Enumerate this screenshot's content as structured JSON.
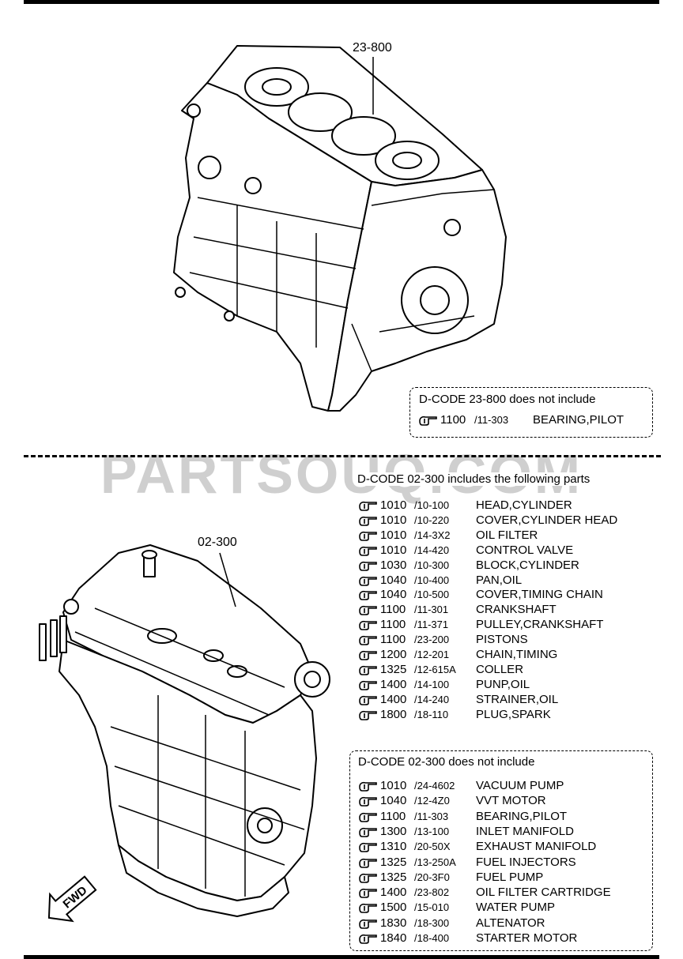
{
  "callouts": {
    "top": "23-800",
    "bottom": "02-300"
  },
  "watermark": "PARTSOUQ.COM",
  "box_top": {
    "title": "D-CODE 23-800 does not include",
    "rows": [
      {
        "sec": "1100",
        "sub": "/11-303",
        "name": "BEARING,PILOT"
      }
    ]
  },
  "includes": {
    "title": "D-CODE 02-300 includes the following parts",
    "rows": [
      {
        "sec": "1010",
        "sub": "/10-100",
        "name": "HEAD,CYLINDER"
      },
      {
        "sec": "1010",
        "sub": "/10-220",
        "name": "COVER,CYLINDER HEAD"
      },
      {
        "sec": "1010",
        "sub": "/14-3X2",
        "name": "OIL FILTER"
      },
      {
        "sec": "1010",
        "sub": "/14-420",
        "name": "CONTROL VALVE"
      },
      {
        "sec": "1030",
        "sub": "/10-300",
        "name": "BLOCK,CYLINDER"
      },
      {
        "sec": "1040",
        "sub": "/10-400",
        "name": "PAN,OIL"
      },
      {
        "sec": "1040",
        "sub": "/10-500",
        "name": "COVER,TIMING CHAIN"
      },
      {
        "sec": "1100",
        "sub": "/11-301",
        "name": "CRANKSHAFT"
      },
      {
        "sec": "1100",
        "sub": "/11-371",
        "name": "PULLEY,CRANKSHAFT"
      },
      {
        "sec": "1100",
        "sub": "/23-200",
        "name": "PISTONS"
      },
      {
        "sec": "1200",
        "sub": "/12-201",
        "name": "CHAIN,TIMING"
      },
      {
        "sec": "1325",
        "sub": "/12-615A",
        "name": "COLLER"
      },
      {
        "sec": "1400",
        "sub": "/14-100",
        "name": "PUNP,OIL"
      },
      {
        "sec": "1400",
        "sub": "/14-240",
        "name": "STRAINER,OIL"
      },
      {
        "sec": "1800",
        "sub": "/18-110",
        "name": "PLUG,SPARK"
      }
    ]
  },
  "excludes": {
    "title": "D-CODE 02-300 does not include",
    "rows": [
      {
        "sec": "1010",
        "sub": "/24-4602",
        "name": "VACUUM PUMP"
      },
      {
        "sec": "1040",
        "sub": "/12-4Z0",
        "name": "VVT MOTOR"
      },
      {
        "sec": "1100",
        "sub": "/11-303",
        "name": "BEARING,PILOT"
      },
      {
        "sec": "1300",
        "sub": "/13-100",
        "name": "INLET MANIFOLD"
      },
      {
        "sec": "1310",
        "sub": "/20-50X",
        "name": "EXHAUST MANIFOLD"
      },
      {
        "sec": "1325",
        "sub": "/13-250A",
        "name": "FUEL INJECTORS"
      },
      {
        "sec": "1325",
        "sub": "/20-3F0",
        "name": "FUEL PUMP"
      },
      {
        "sec": "1400",
        "sub": "/23-802",
        "name": "OIL FILTER CARTRIDGE"
      },
      {
        "sec": "1500",
        "sub": "/15-010",
        "name": "WATER PUMP"
      },
      {
        "sec": "1830",
        "sub": "/18-300",
        "name": "ALTENATOR"
      },
      {
        "sec": "1840",
        "sub": "/18-400",
        "name": "STARTER MOTOR"
      }
    ]
  },
  "fwd_label": "FWD"
}
